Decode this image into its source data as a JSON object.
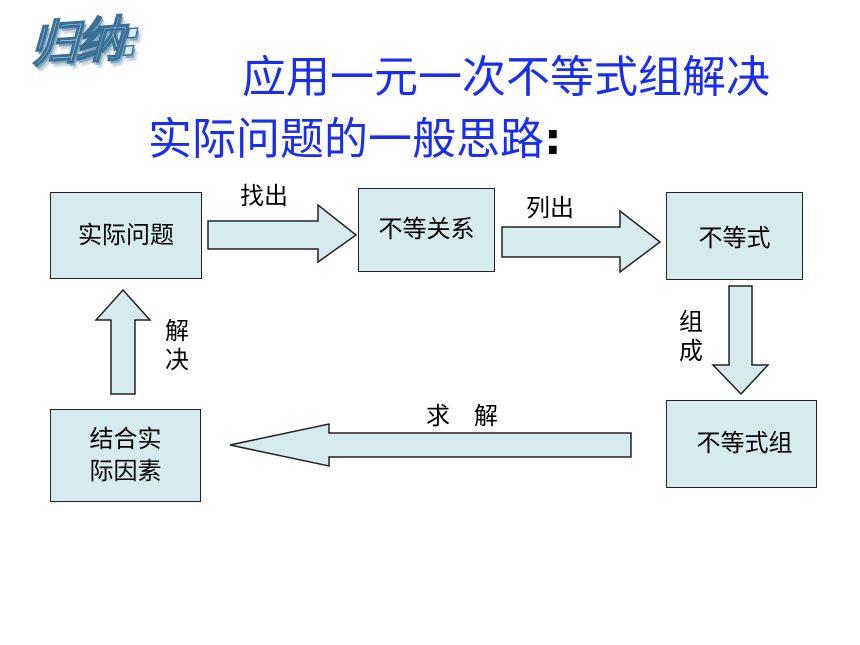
{
  "badge": {
    "text": "归纳:"
  },
  "title": {
    "line1": "应用一元一次不等式组解决",
    "line2": "实际问题的一般思路",
    "colon": ":"
  },
  "boxes": {
    "actual_problem": "实际问题",
    "inequality_relation": "不等关系",
    "inequality": "不等式",
    "inequality_system": "不等式组",
    "combine_factors_line1": "结合实",
    "combine_factors_line2": "际因素"
  },
  "arrows": {
    "find_out": "找出",
    "list_out": "列出",
    "compose_1": "组",
    "compose_2": "成",
    "solve_1": "解",
    "solve_2": "决",
    "seek_solution": "求　解"
  },
  "colors": {
    "title": "#1a2ef0",
    "box_fill": "#d6ebed",
    "arrow_fill": "#d6ebed",
    "stroke": "#222222"
  }
}
